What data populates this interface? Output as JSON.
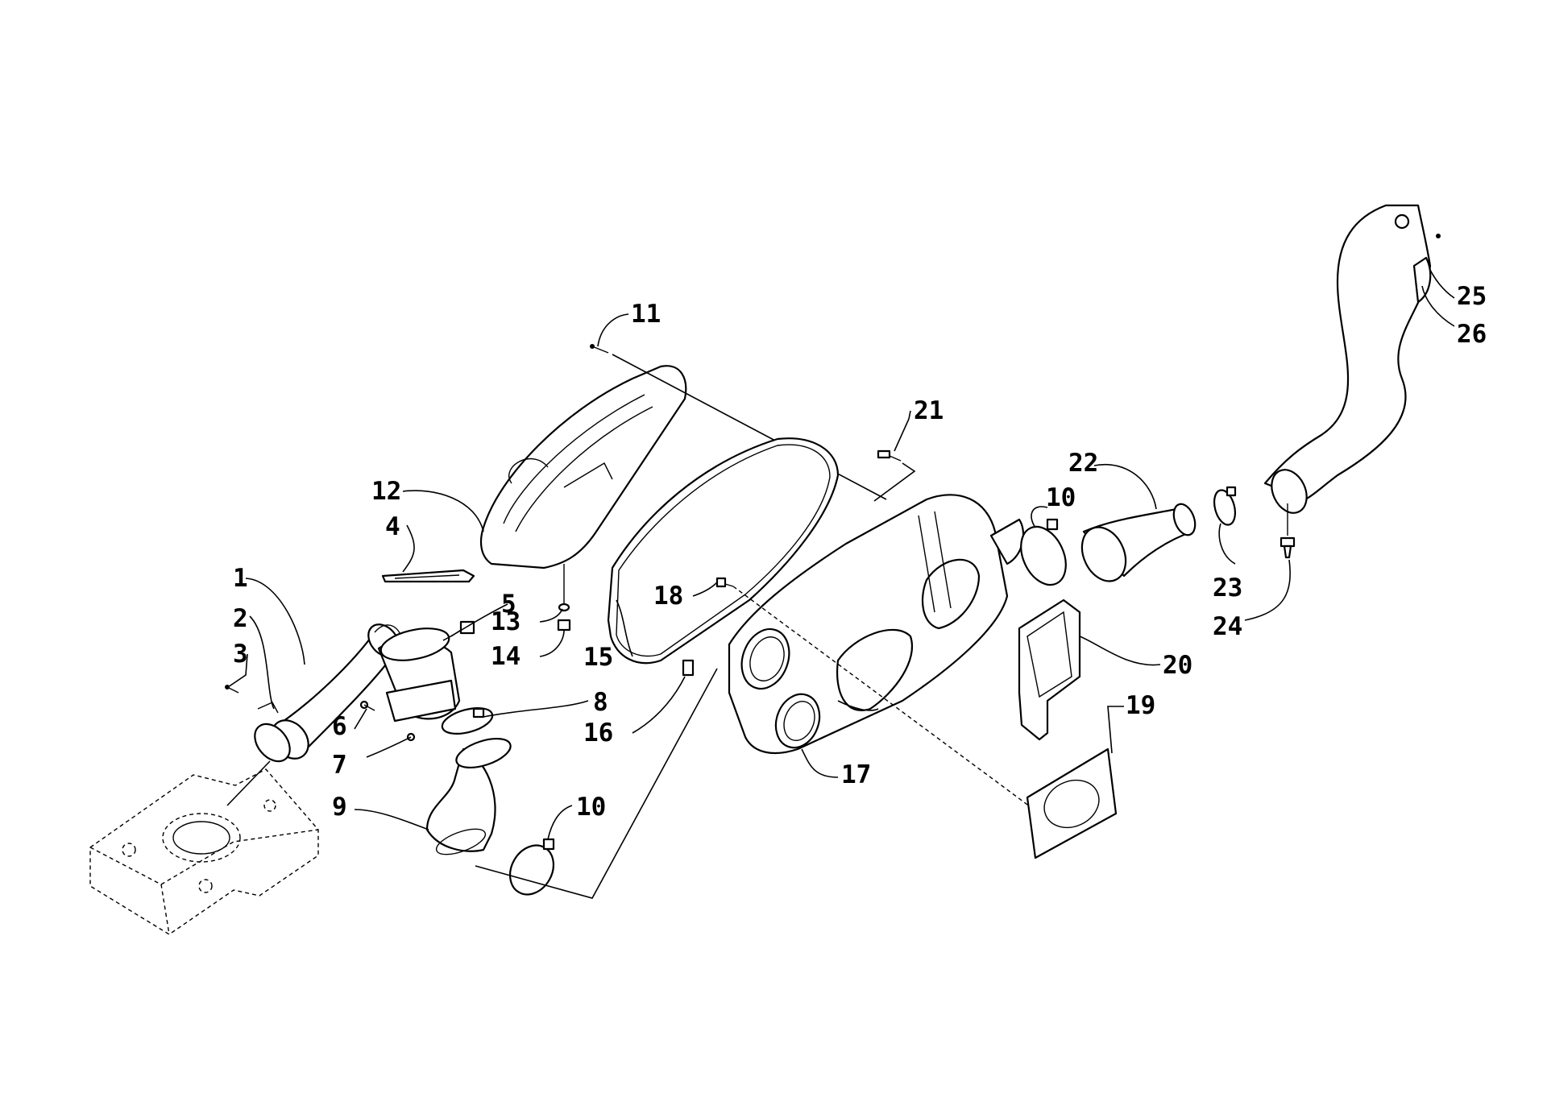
{
  "diagram": {
    "callouts": [
      {
        "id": "c1",
        "text": "1"
      },
      {
        "id": "c2",
        "text": "2"
      },
      {
        "id": "c3",
        "text": "3"
      },
      {
        "id": "c4",
        "text": "4"
      },
      {
        "id": "c5",
        "text": "5"
      },
      {
        "id": "c6",
        "text": "6"
      },
      {
        "id": "c7",
        "text": "7"
      },
      {
        "id": "c8",
        "text": "8"
      },
      {
        "id": "c9",
        "text": "9"
      },
      {
        "id": "c10a",
        "text": "10"
      },
      {
        "id": "c10b",
        "text": "10"
      },
      {
        "id": "c11",
        "text": "11"
      },
      {
        "id": "c12",
        "text": "12"
      },
      {
        "id": "c13",
        "text": "13"
      },
      {
        "id": "c14",
        "text": "14"
      },
      {
        "id": "c15",
        "text": "15"
      },
      {
        "id": "c16",
        "text": "16"
      },
      {
        "id": "c17",
        "text": "17"
      },
      {
        "id": "c18",
        "text": "18"
      },
      {
        "id": "c19",
        "text": "19"
      },
      {
        "id": "c20",
        "text": "20"
      },
      {
        "id": "c21",
        "text": "21"
      },
      {
        "id": "c22",
        "text": "22"
      },
      {
        "id": "c23",
        "text": "23"
      },
      {
        "id": "c24",
        "text": "24"
      },
      {
        "id": "c25",
        "text": "25"
      },
      {
        "id": "c26",
        "text": "26"
      }
    ]
  }
}
